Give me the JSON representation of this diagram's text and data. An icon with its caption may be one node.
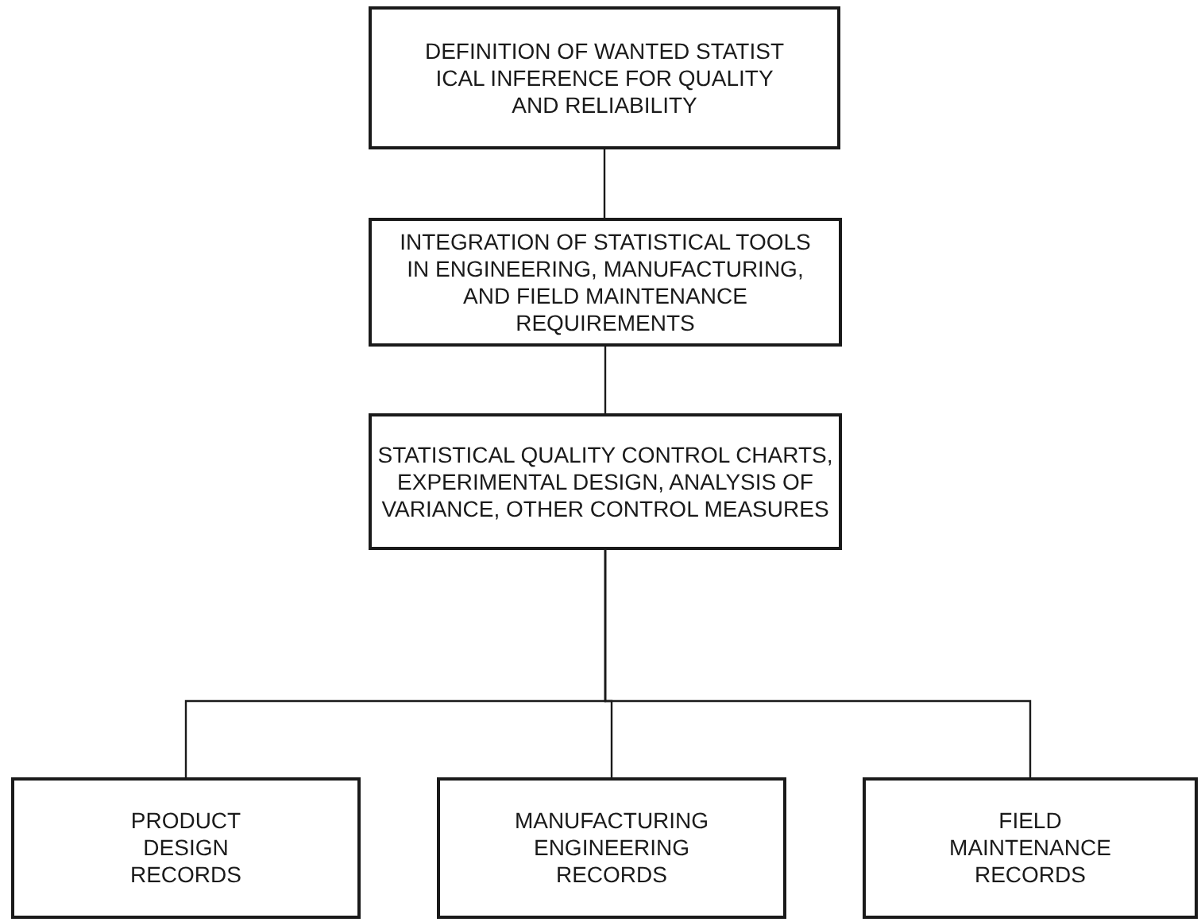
{
  "diagram": {
    "nodes": [
      {
        "text": [
          "DEFINITION OF WANTED STATIST ICAL INFERENCE FOR QUALITY AND RELIABILITY"
        ]
      },
      {
        "text": [
          "INTEGRATION OF STATISTICAL TOOLS IN ENGINEERING, MANUFACTURING, AND FIELD MAINTENANCE REQUIREMENTS"
        ]
      },
      {
        "text": [
          "STATISTICAL QUALITY CONTROL CHARTS, EXPERIMENTAL DESIGN, ANALYSIS OF VARIANCE, OTHER CONTROL MEASURES"
        ]
      },
      {
        "text": [
          "PRODUCT DESIGN RECORDS"
        ]
      },
      {
        "text": [
          "MANUFACTURING ENGINEERING RECORDS"
        ]
      },
      {
        "text": [
          "FIELD MAINTENANCE RECORDS"
        ]
      }
    ],
    "edges": [
      {
        "from": 0,
        "to": 1,
        "arrow": "none"
      },
      {
        "from": 1,
        "to": 2,
        "arrow": "none"
      },
      {
        "from": 2,
        "to": 3,
        "arrow": "none"
      },
      {
        "from": 2,
        "to": 4,
        "arrow": "none"
      },
      {
        "from": 2,
        "to": 5,
        "arrow": "none"
      }
    ]
  }
}
